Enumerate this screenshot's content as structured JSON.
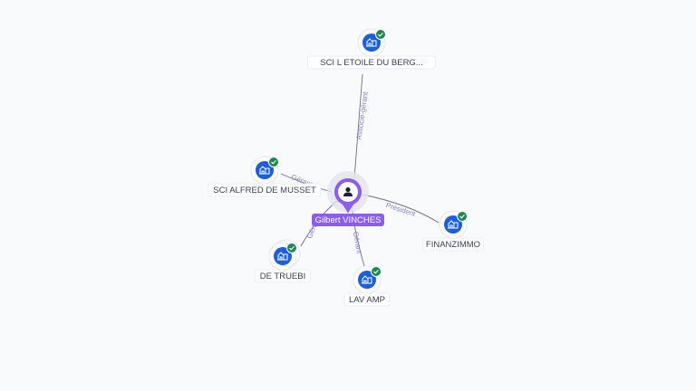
{
  "center": {
    "name": "Gilbert VINCHES",
    "icon": "person-icon",
    "color": "#8b5cf6"
  },
  "colors": {
    "company": "#1a5fe0",
    "verified": "#1e8a4a",
    "edge": "#6b6f85",
    "edge_label": "#8a7fd6"
  },
  "nodes": [
    {
      "id": "etoile",
      "label": "SCI L ETOILE DU BERG...",
      "role": "Associé-gérant",
      "icon": "company-icon",
      "verified": true
    },
    {
      "id": "alfred",
      "label": "SCI ALFRED DE MUSSET",
      "role": "Gérant",
      "icon": "company-icon",
      "verified": true
    },
    {
      "id": "finanzimmo",
      "label": "FINANZIMMO",
      "role": "Président",
      "icon": "company-icon",
      "verified": true
    },
    {
      "id": "truebi",
      "label": "DE TRUEBI",
      "role": "Gérant",
      "icon": "company-icon",
      "verified": true
    },
    {
      "id": "lavamp",
      "label": "LAV AMP",
      "role": "Gérant",
      "icon": "company-icon",
      "verified": true
    }
  ]
}
